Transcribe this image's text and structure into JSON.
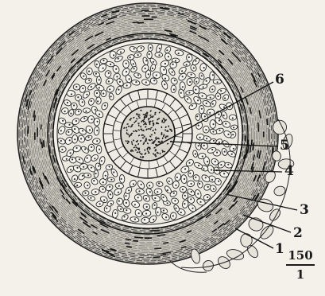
{
  "labels": [
    "1",
    "2",
    "3",
    "4",
    "5",
    "6"
  ],
  "magnification": {
    "numerator": "150",
    "denominator": "1"
  }
}
